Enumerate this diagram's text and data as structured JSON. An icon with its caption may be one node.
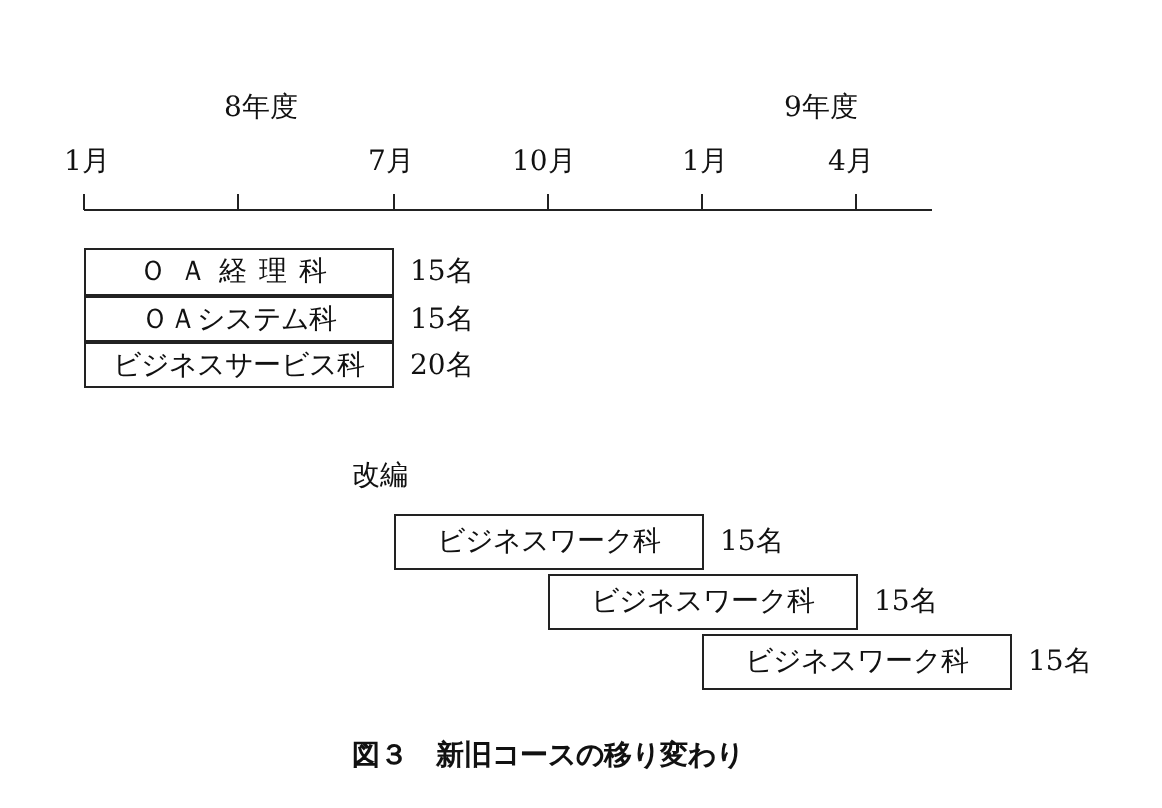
{
  "diagram": {
    "caption": "図３　新旧コースの移り変わり",
    "nodes": [
      {
        "text": [
          "ＯＡ経理科"
        ],
        "beside": [
          "15名"
        ]
      },
      {
        "text": [
          "ＯＡシステム科"
        ],
        "beside": [
          "15名"
        ]
      },
      {
        "text": [
          "ビジネスサービス科"
        ],
        "beside": [
          "20名"
        ]
      },
      {
        "text": [
          "ビジネスワーク科"
        ],
        "beside": [
          "15名"
        ]
      },
      {
        "text": [
          "ビジネスワーク科"
        ],
        "beside": [
          "15名"
        ]
      },
      {
        "text": [
          "ビジネスワーク科"
        ],
        "beside": [
          "15名"
        ]
      }
    ],
    "labels": [
      "8年度",
      "9年度",
      "1月",
      "7月",
      "10月",
      "1月",
      "4月",
      "改編"
    ]
  }
}
